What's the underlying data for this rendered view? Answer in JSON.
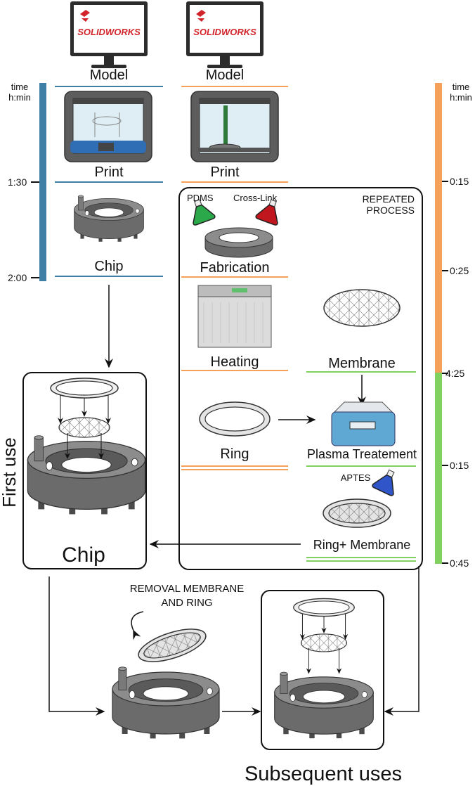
{
  "brand": {
    "logo_text_a": "SOLID",
    "logo_text_b": "WORKS",
    "logo_color": "#d2232a"
  },
  "colors": {
    "blue": "#3e7fa6",
    "orange": "#f5a15c",
    "green": "#7fd160"
  },
  "left_timeline": {
    "header_line1": "time",
    "header_line2": "h:min",
    "ticks": [
      "1:30",
      "2:00"
    ]
  },
  "right_timeline": {
    "header_line1": "time",
    "header_line2": "h:min",
    "ticks": [
      "0:15",
      "0:25",
      "4:25",
      "0:15",
      "0:45"
    ]
  },
  "left_column": {
    "model": "Model",
    "print": "Print",
    "chip": "Chip"
  },
  "right_column": {
    "model": "Model",
    "print": "Print"
  },
  "repeated": {
    "title_line1": "REPEATED",
    "title_line2": "PROCESS",
    "pdms": "PDMS",
    "crosslink": "Cross-Link",
    "fabrication": "Fabrication",
    "heating": "Heating",
    "membrane": "Membrane",
    "ring": "Ring",
    "plasma": "Plasma Treatement",
    "aptes": "APTES",
    "ring_membrane": "Ring+ Membrane"
  },
  "first_use": {
    "side_label": "First use",
    "chip": "Chip"
  },
  "removal": {
    "line1": "REMOVAL MEMBRANE",
    "line2": "AND RING"
  },
  "subsequent": {
    "label": "Subsequent uses"
  },
  "icons": [
    "monitor-icon",
    "printer-icon",
    "flask-icon",
    "oven-icon",
    "plasma-machine-icon",
    "membrane-icon",
    "ring-icon",
    "chip-icon"
  ]
}
